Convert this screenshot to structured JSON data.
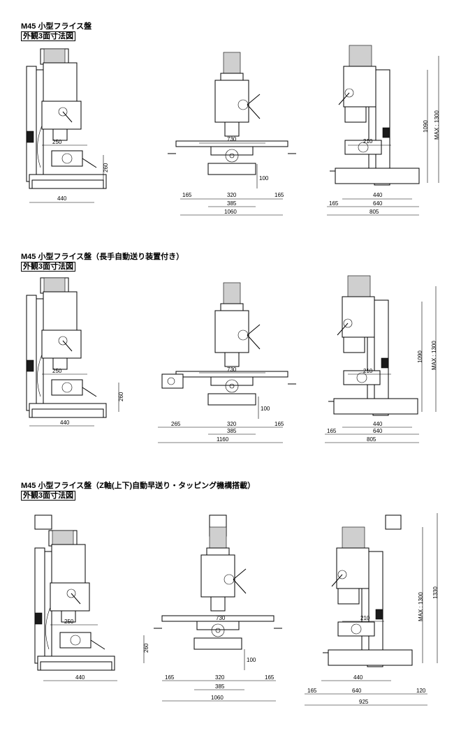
{
  "sections": [
    {
      "title": "M45 小型フライス盤",
      "subtitle": "外観3面寸法図",
      "dims": {
        "side": [
          "250",
          "260",
          "440"
        ],
        "front": [
          "730",
          "100",
          "165",
          "320",
          "165",
          "385",
          "1060"
        ],
        "right": [
          "210",
          "1090",
          "MAX : 1300",
          "440",
          "165",
          "640",
          "805"
        ]
      }
    },
    {
      "title": "M45 小型フライス盤（長手自動送り装置付き）",
      "subtitle": "外観3面寸法図",
      "dims": {
        "side": [
          "250",
          "260",
          "440"
        ],
        "front": [
          "730",
          "100",
          "265",
          "320",
          "165",
          "385",
          "1160"
        ],
        "right": [
          "210",
          "1090",
          "MAX : 1300",
          "440",
          "165",
          "640",
          "805"
        ]
      }
    },
    {
      "title": "M45 小型フライス盤（Z軸(上下)自動早送り・タッピング機構搭載）",
      "subtitle": "外観3面寸法図",
      "dims": {
        "side": [
          "250",
          "260",
          "440"
        ],
        "front": [
          "730",
          "100",
          "165",
          "320",
          "165",
          "385",
          "1060"
        ],
        "right": [
          "210",
          "MAX : 1300",
          "1330",
          "440",
          "165",
          "640",
          "120",
          "925"
        ]
      }
    }
  ]
}
